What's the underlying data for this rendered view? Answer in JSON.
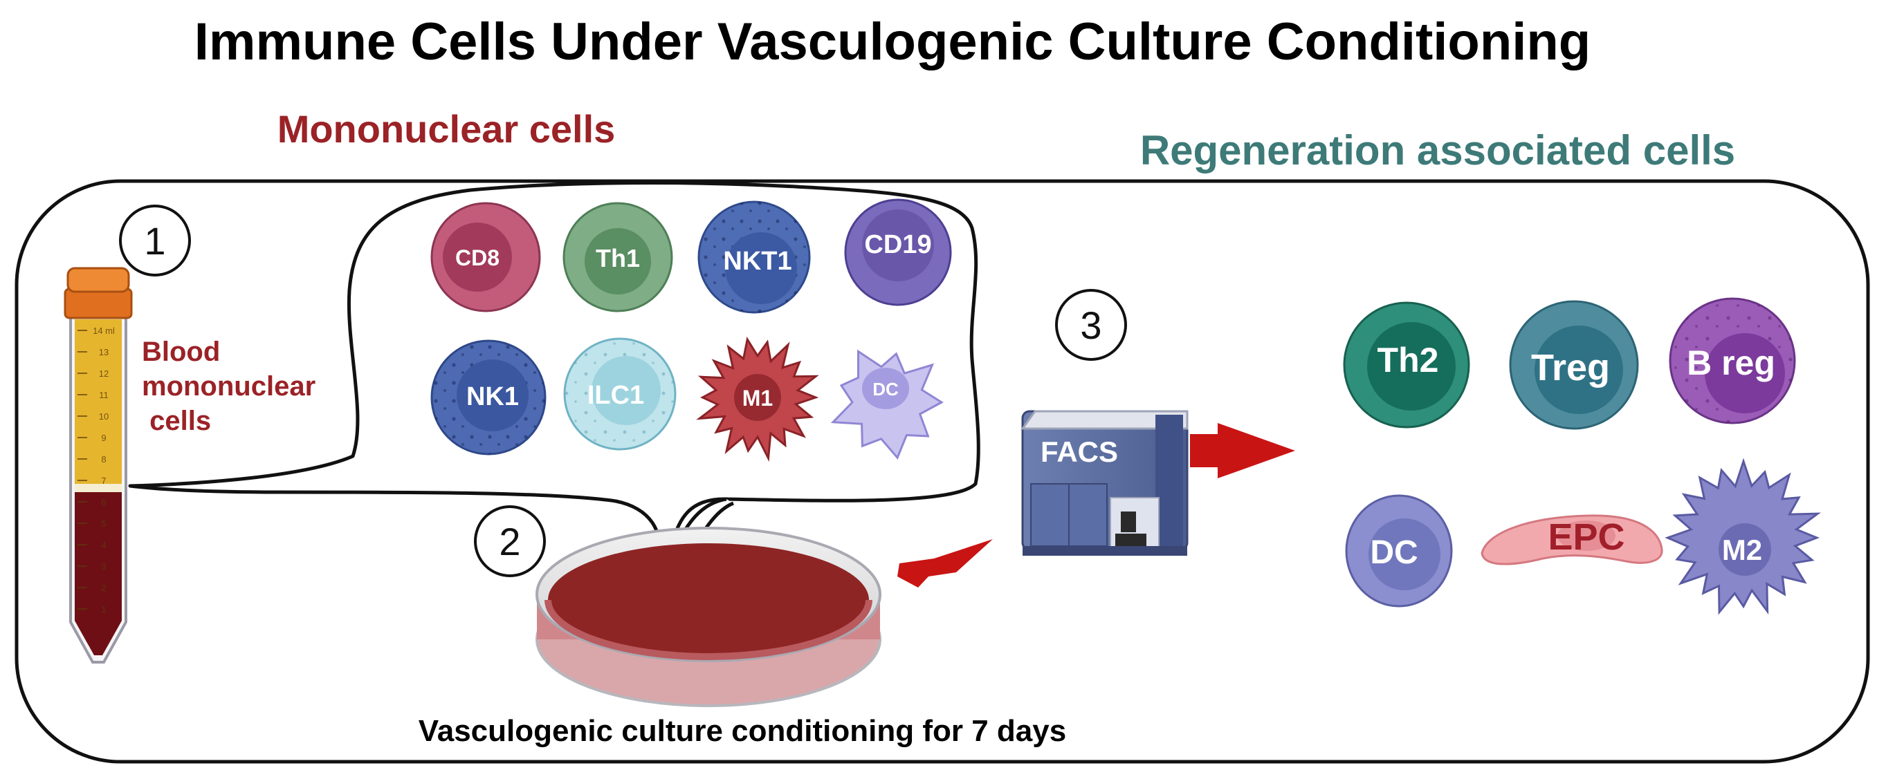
{
  "title": "Immune Cells Under Vasculogenic Culture  Conditioning",
  "left_heading": "Mononuclear cells",
  "right_heading": "Regeneration associated cells",
  "step_numbers": [
    "1",
    "2",
    "3"
  ],
  "tube": {
    "label_lines": [
      "Blood",
      "mononuclear",
      " cells"
    ],
    "scale_ticks": [
      "14 ml",
      "13",
      "12",
      "11",
      "10",
      "9",
      "8",
      "7",
      "6",
      "5",
      "4",
      "3",
      "2",
      "1"
    ]
  },
  "mononuclear_cells": [
    "CD8",
    "Th1",
    "NKT1",
    "CD19",
    "NK1",
    "ILC1",
    "M1",
    "DC"
  ],
  "facs_label": "FACS",
  "regeneration_cells": [
    "Th2",
    "Treg",
    "B reg",
    "DC",
    "EPC",
    "M2"
  ],
  "culture_caption": "Vasculogenic culture conditioning for 7 days",
  "colors": {
    "title": "#000000",
    "mononuclear_heading": "#9b2226",
    "regeneration_heading": "#3d7a78",
    "arrow": "#c91414",
    "blood": "#8e2525",
    "tube_cap": "#e0701f",
    "plasma": "#e6b52e"
  }
}
